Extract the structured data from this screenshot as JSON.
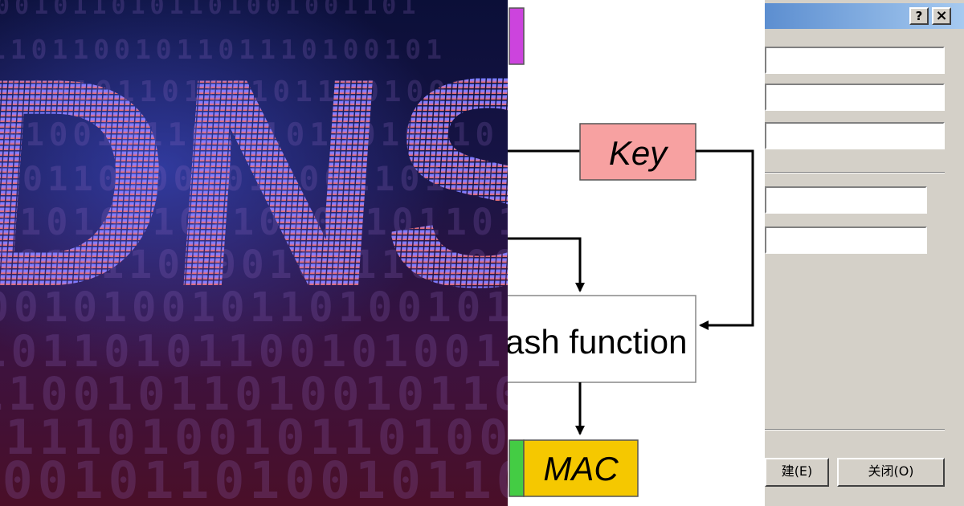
{
  "dns_panel": {
    "headline": "DNS",
    "binary_rows": [
      "10010110101101001001101",
      "01101100101101110100101",
      "10100101101001011101001",
      "11010010110111010010110",
      "00101101001011001101001",
      "10110100101101001011010",
      "01001011010010111010010",
      "11001010010110100101101",
      "00101101011001010010110",
      "10110010110100101101001",
      "01011101001011010010110",
      "10100101101001011001010"
    ],
    "colors": {
      "letters_top": "#6f7dff",
      "letters_bottom": "#ff6e5a"
    }
  },
  "mac_panel": {
    "key_label": "Key",
    "hash_label": "ash function",
    "mac_label": "MAC",
    "colors": {
      "magenta": "#cc44dd",
      "key_fill": "#f7a1a1",
      "mac_fill": "#f5c800",
      "green": "#44cc44"
    }
  },
  "dialog_panel": {
    "help_button": "?",
    "close_x": "×",
    "button_left": "建(E)",
    "button_close": "关闭(O)",
    "colors": {
      "title_start": "#5c8ed0",
      "title_end": "#a6caf0",
      "face": "#d4d0c8"
    }
  }
}
